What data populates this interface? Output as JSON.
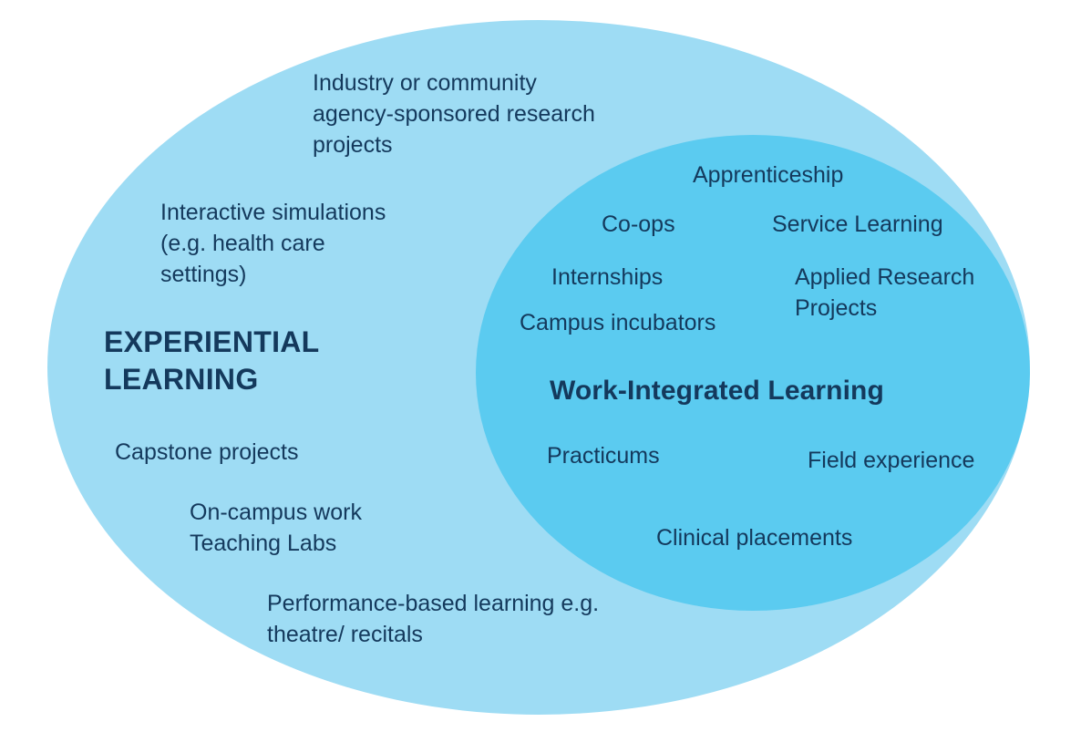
{
  "diagram": {
    "type": "venn",
    "kind": "nested-venn-diagram",
    "colors": {
      "outer_circle": "#9edcf4",
      "inner_circle": "#5bcbf0",
      "text": "#14395c",
      "background": "#ffffff"
    },
    "outer_set": {
      "heading": "EXPERIENTIAL\nLEARNING",
      "items": [
        "Industry or community\nagency-sponsored research\nprojects",
        "Interactive simulations\n(e.g. health care\nsettings)",
        "Capstone projects",
        "On-campus work\nTeaching Labs",
        "Performance-based learning e.g.\ntheatre/ recitals"
      ]
    },
    "inner_set": {
      "heading": "Work-Integrated Learning",
      "items": [
        "Apprenticeship",
        "Co-ops",
        "Service Learning",
        "Internships",
        "Applied Research\nProjects",
        "Campus incubators",
        "Practicums",
        "Field experience",
        "Clinical placements"
      ]
    }
  }
}
